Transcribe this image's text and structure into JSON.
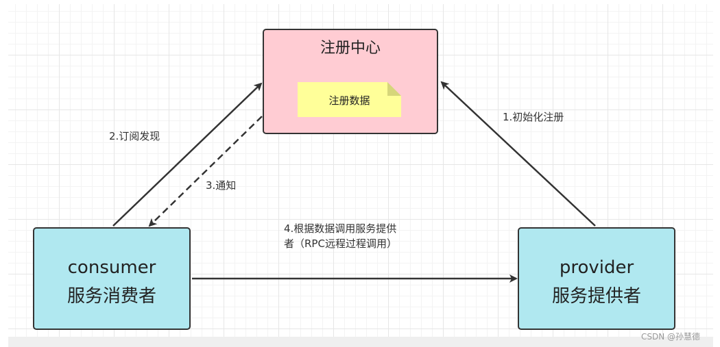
{
  "registry": {
    "title": "注册中心",
    "note": "注册数据"
  },
  "consumer": {
    "line1": "consumer",
    "line2": "服务消费者"
  },
  "provider": {
    "line1": "provider",
    "line2": "服务提供者"
  },
  "edges": {
    "register": "1.初始化注册",
    "subscribe": "2.订阅发现",
    "notify": "3.通知",
    "invoke_line1": "4.根据数据调用服务提供",
    "invoke_line2": "者（RPC远程过程调用）"
  },
  "watermark": "CSDN @孙慧德",
  "colors": {
    "registry_fill": "#ffccd3",
    "service_fill": "#b0e8f0",
    "note_fill": "#ffff99",
    "stroke": "#333333"
  }
}
